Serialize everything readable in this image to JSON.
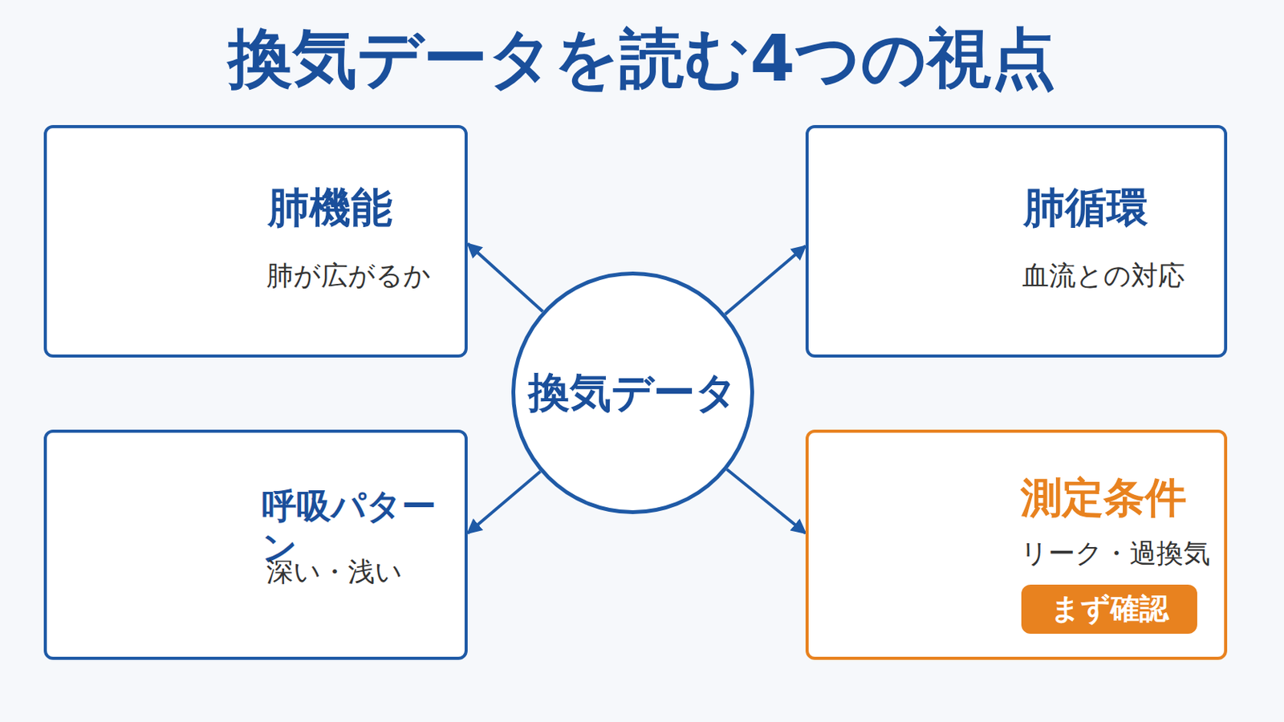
{
  "diagram": {
    "title": "換気データを読む4つの視点",
    "nodes": [
      {
        "text": [
          "肺機能",
          "肺が広がるか"
        ]
      },
      {
        "text": [
          "肺循環",
          "血流との対応"
        ]
      },
      {
        "text": [
          "換気データ"
        ]
      },
      {
        "text": [
          "呼吸パターン",
          "深い・浅い"
        ]
      },
      {
        "text": [
          "測定条件",
          "リーク・過換気"
        ]
      },
      {
        "text": [
          "まず確認"
        ],
        "in": 4
      }
    ],
    "edges": [
      {
        "from": 2,
        "to": 0,
        "arrow": "to"
      },
      {
        "from": 2,
        "to": 1,
        "arrow": "to"
      },
      {
        "from": 2,
        "to": 3,
        "arrow": "to"
      },
      {
        "from": 2,
        "to": 4,
        "arrow": "to"
      }
    ]
  }
}
